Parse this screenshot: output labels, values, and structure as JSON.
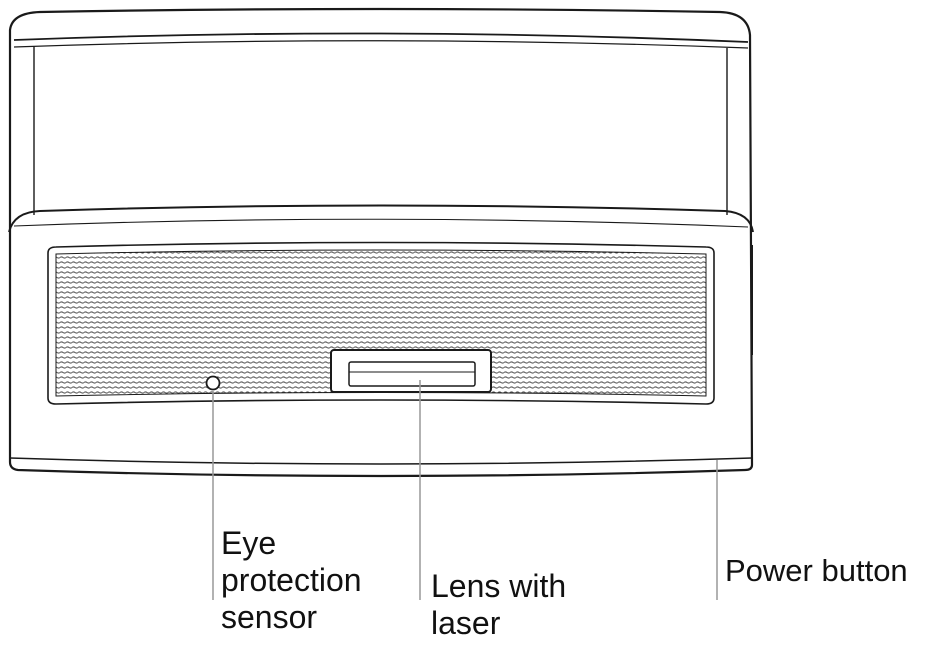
{
  "callouts": {
    "eye_sensor": {
      "lines": [
        "Eye",
        "protection",
        "sensor"
      ]
    },
    "lens": {
      "lines": [
        "Lens with",
        "laser"
      ]
    },
    "power": {
      "lines": [
        "Power button"
      ]
    }
  },
  "colors": {
    "outline": "#1a1a1a",
    "grille": "#555555",
    "leader": "#999999",
    "text": "#111111"
  }
}
